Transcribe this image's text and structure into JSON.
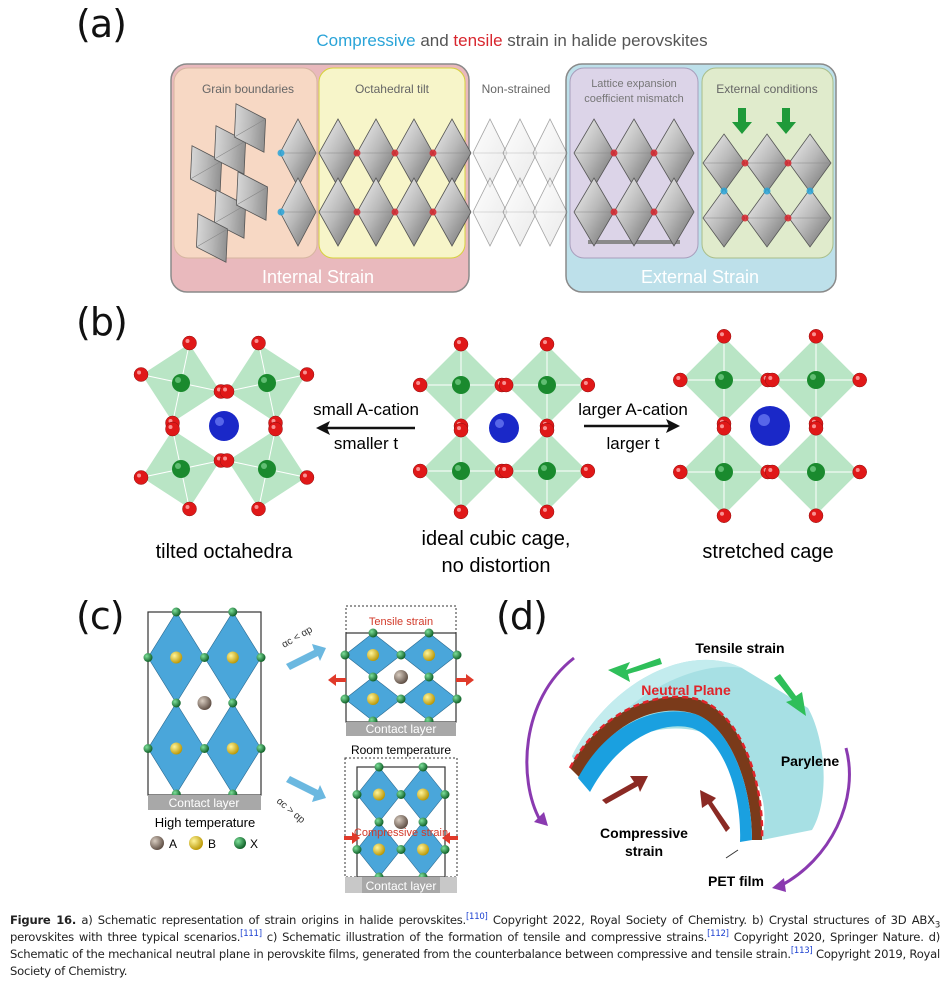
{
  "figure": {
    "panel_labels": {
      "a": "(a)",
      "b": "(b)",
      "c": "(c)",
      "d": "(d)"
    },
    "panel_a": {
      "title_parts": [
        {
          "text": "Compressive",
          "color": "#2aa4d8"
        },
        {
          "text": " and ",
          "color": "#555555"
        },
        {
          "text": "tensile",
          "color": "#d8262e"
        },
        {
          "text": " strain in halide perovskites",
          "color": "#555555"
        }
      ],
      "groups": [
        {
          "name": "Internal Strain",
          "color": "#e9b9bd"
        },
        {
          "name": "External Strain",
          "color": "#bde0ea"
        }
      ],
      "boxes": [
        {
          "label": "Grain boundaries",
          "color": "#f7d8c4"
        },
        {
          "label": "Octahedral tilt",
          "color": "#f7f5c9"
        },
        {
          "label": "Non-strained",
          "color": "#ffffff"
        },
        {
          "label_line1": "Lattice expansion",
          "label_line2": "coefficient mismatch",
          "color": "#dcd4e8"
        },
        {
          "label": "External conditions",
          "color": "#e0ebcc"
        }
      ],
      "colors": {
        "compressive": "#2aa4d8",
        "tensile": "#d8262e",
        "arrow": "#1f9a3a"
      }
    },
    "panel_b": {
      "arrow_left": {
        "top": "small A-cation",
        "bottom": "smaller t"
      },
      "arrow_right": {
        "top": "larger A-cation",
        "bottom": "larger t"
      },
      "structures": [
        {
          "caption": "tilted octahedra"
        },
        {
          "caption_line1": "ideal cubic cage,",
          "caption_line2": "no distortion"
        },
        {
          "caption": "stretched cage"
        }
      ],
      "colors": {
        "octahedron": "#7fcf95",
        "X_atom": "#e01818",
        "B_atom": "#1a8a2e",
        "A_atom": "#1a28c8"
      }
    },
    "panel_c": {
      "high_temp_label": "High temperature",
      "room_temp_label": "Room temperature",
      "contact_layer": "Contact layer",
      "tensile_label": "Tensile strain",
      "compressive_label": "Compressive strain",
      "condition_upper": "αc < αp",
      "condition_lower": "αc > αp",
      "legend": [
        {
          "symbol": "A",
          "color": "#7a6a60"
        },
        {
          "symbol": "B",
          "color": "#e8c21a"
        },
        {
          "symbol": "X",
          "color": "#1a8a3a"
        }
      ],
      "colors": {
        "octahedron": "#4aa6da",
        "strain_arrow": "#e03a2a",
        "process_arrow": "#6bb8e0",
        "contact": "#a8a8a8"
      }
    },
    "panel_d": {
      "tensile_label": "Tensile strain",
      "neutral_label": "Neutral Plane",
      "parylene_label": "Parylene",
      "compressive_label_line1": "Compressive",
      "compressive_label_line2": "strain",
      "pet_label": "PET film",
      "colors": {
        "parylene": "#a7e0e4",
        "pet": "#1aa0e0",
        "neutral": "#e0242a",
        "tensile_arrow": "#2fbf5a",
        "compressive_arrow": "#8b2a24",
        "bend_arrow": "#8a3ab0"
      }
    },
    "caption": {
      "fig_label": "Figure 16.",
      "seg1": " a) Schematic representation of strain origins in halide perovskites.",
      "ref1": "[110]",
      "seg2": " Copyright 2022, Royal Society of Chemistry. b) Crystal structures of 3D ABX",
      "sub3": "3",
      "seg3": " perovskites with three typical scenarios.",
      "ref2": "[111]",
      "seg4": " c) Schematic illustration of the formation of tensile and compressive strains.",
      "ref3": "[112]",
      "seg5": " Copyright 2020, Springer Nature. d) Schematic of the mechanical neutral plane in perovskite films, generated from the counterbalance between compressive and tensile strain.",
      "ref4": "[113]",
      "seg6": " Copyright 2019, Royal Society of Chemistry."
    }
  }
}
